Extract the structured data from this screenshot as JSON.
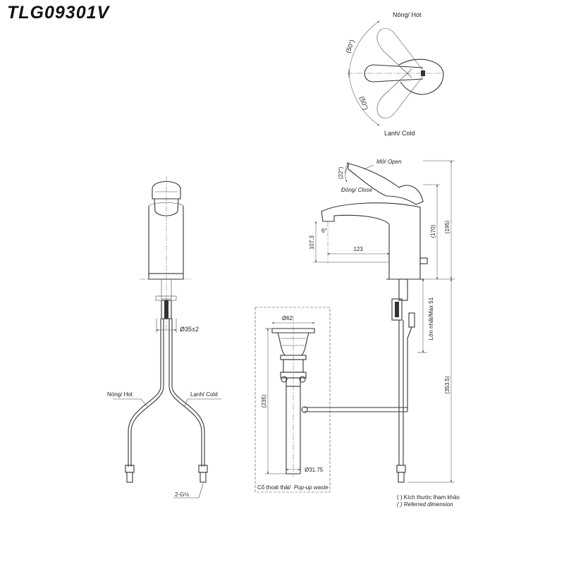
{
  "title": "TLG09301V",
  "top_view": {
    "hot_label": "Nóng/ Hot",
    "cold_label": "Lạnh/ Cold",
    "angle_hot": "(50°)",
    "angle_cold": "(50°)"
  },
  "front_view": {
    "diameter_label": "Ø35±2",
    "hot_label": "Nóng/ Hot",
    "cold_label": "Lạnh/ Cold",
    "thread_label": "2-G½"
  },
  "side_view": {
    "open_label": "Mở/ Open",
    "close_label": "Đóng/ Close",
    "angle_label": "(22°)",
    "spout_angle": "6°",
    "spout_height": "107.3",
    "spout_reach": "123",
    "height_170": "(170)",
    "height_195": "(195)",
    "max_thickness": "Lớn nhất/Max 51",
    "below_length": "(353.5)"
  },
  "waste": {
    "top_diameter": "Ø62",
    "length": "(235)",
    "bottom_diameter": "Ø31.75",
    "caption_vi": "Cổ thoát thải/",
    "caption_en": "Pop-up waste"
  },
  "notes": {
    "reference_vi": "( ) Kích thước tham khảo",
    "reference_en": "( ) Referred dimension"
  }
}
